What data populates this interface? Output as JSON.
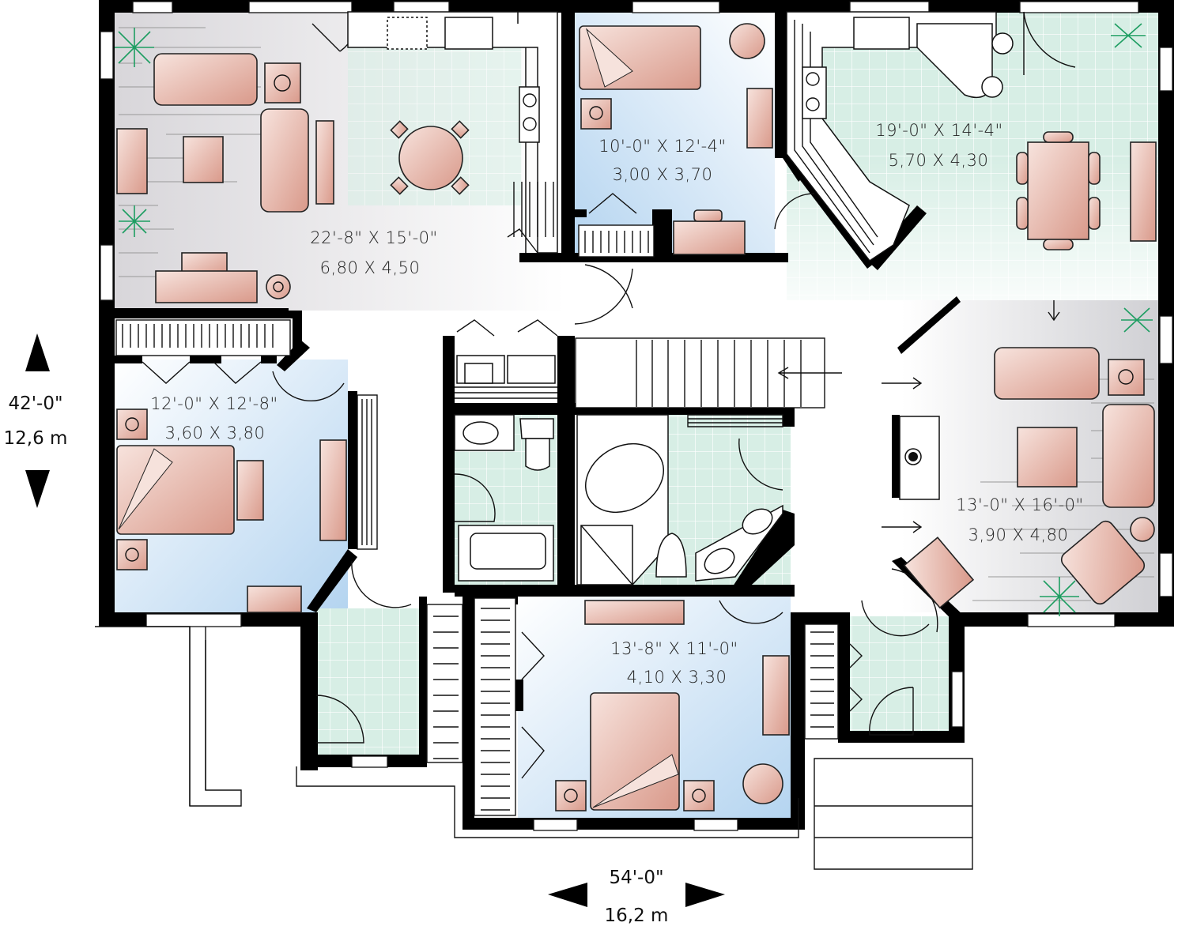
{
  "plan": {
    "title": "Floor plan",
    "colors": {
      "wall": "#000000",
      "furniture": "#e7b3a6",
      "furniture_light": "#f6e2dc",
      "bedroom_floor": "#bcd9f2",
      "tile_floor": "#d6efe6",
      "wood_floor": "#dcdcdc",
      "plant": "#1e9e62"
    },
    "rooms": [
      {
        "id": "living-kitchen",
        "imperial": "22'-8\" X 15'-0\"",
        "metric": "6,80 X 4,50"
      },
      {
        "id": "bedroom-top",
        "imperial": "10'-0\" X 12'-4\"",
        "metric": "3,00 X 3,70"
      },
      {
        "id": "kitchen-dining",
        "imperial": "19'-0\" X 14'-4\"",
        "metric": "5,70 X 4,30"
      },
      {
        "id": "bedroom-left",
        "imperial": "12'-0\" X 12'-8\"",
        "metric": "3,60 X 3,80"
      },
      {
        "id": "living-right",
        "imperial": "13'-0\" X 16'-0\"",
        "metric": "3,90 X 4,80"
      },
      {
        "id": "bedroom-bottom",
        "imperial": "13'-8\" X 11'-0\"",
        "metric": "4,10 X 3,30"
      }
    ],
    "dimensions": {
      "height": {
        "imperial": "42'-0\"",
        "metric": "12,6 m"
      },
      "width": {
        "imperial": "54'-0\"",
        "metric": "16,2 m"
      }
    }
  }
}
